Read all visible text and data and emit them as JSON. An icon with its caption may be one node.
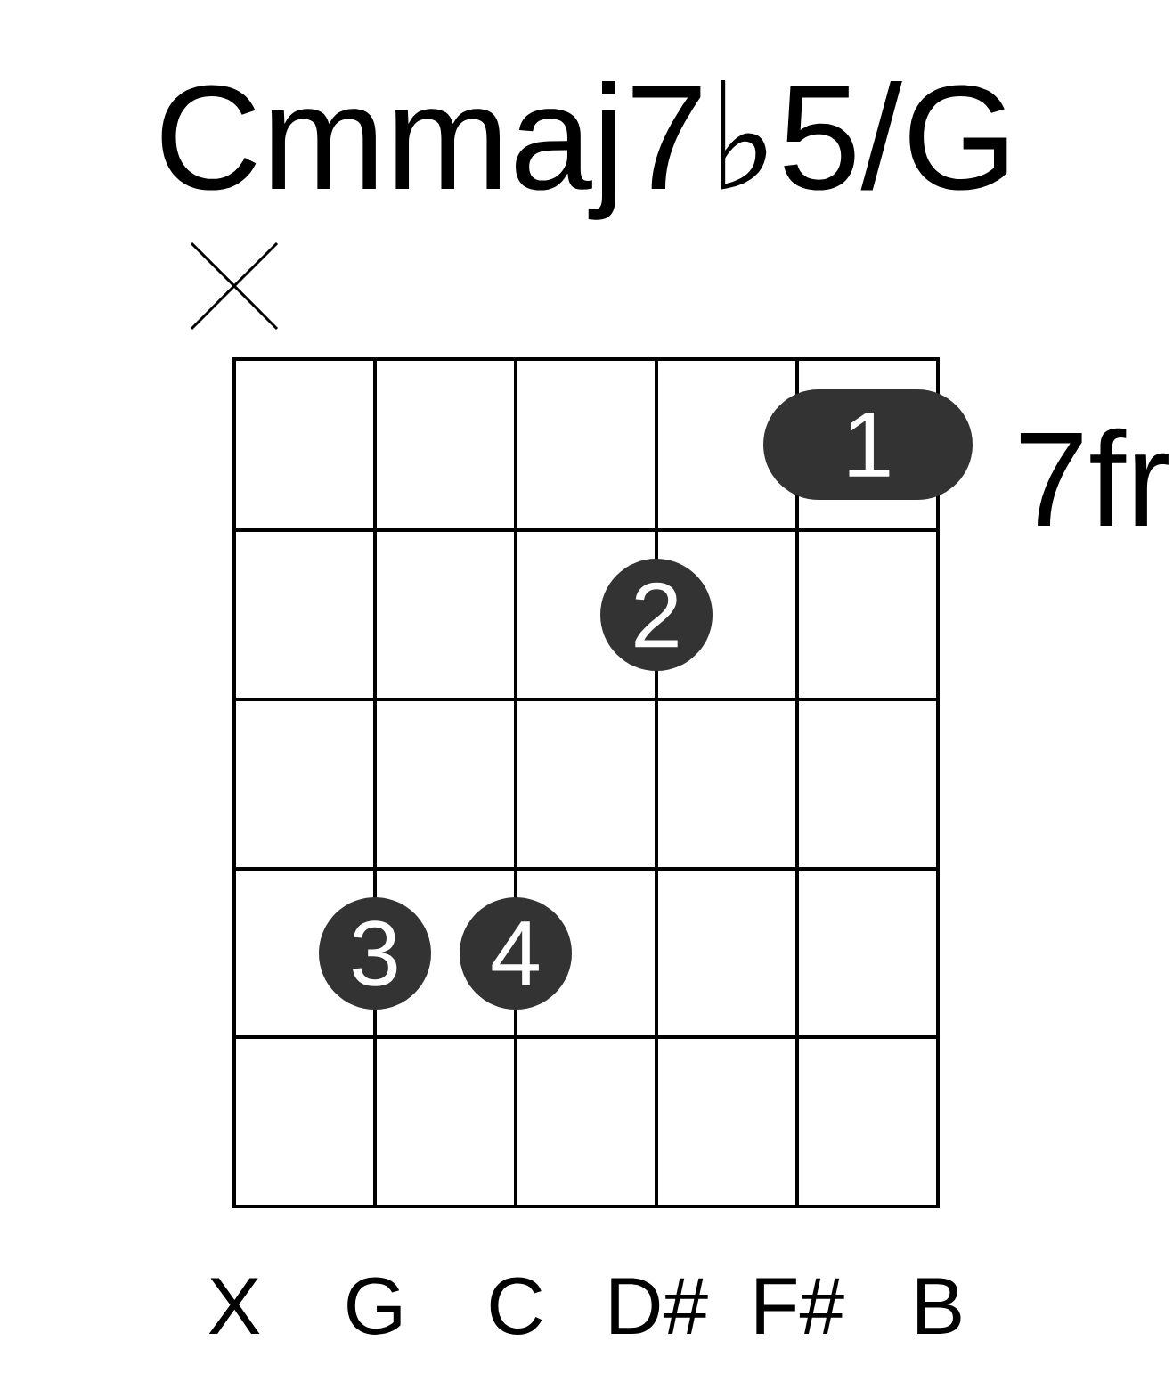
{
  "diagram": {
    "title": "Cmmaj7♭5/G",
    "nodes": [
      {
        "text": [
          "1"
        ]
      },
      {
        "text": [
          "2"
        ]
      },
      {
        "text": [
          "3"
        ]
      },
      {
        "text": [
          "4"
        ]
      }
    ],
    "labels": [
      "7fr",
      "X",
      "G",
      "C",
      "D#",
      "F#",
      "B"
    ]
  }
}
